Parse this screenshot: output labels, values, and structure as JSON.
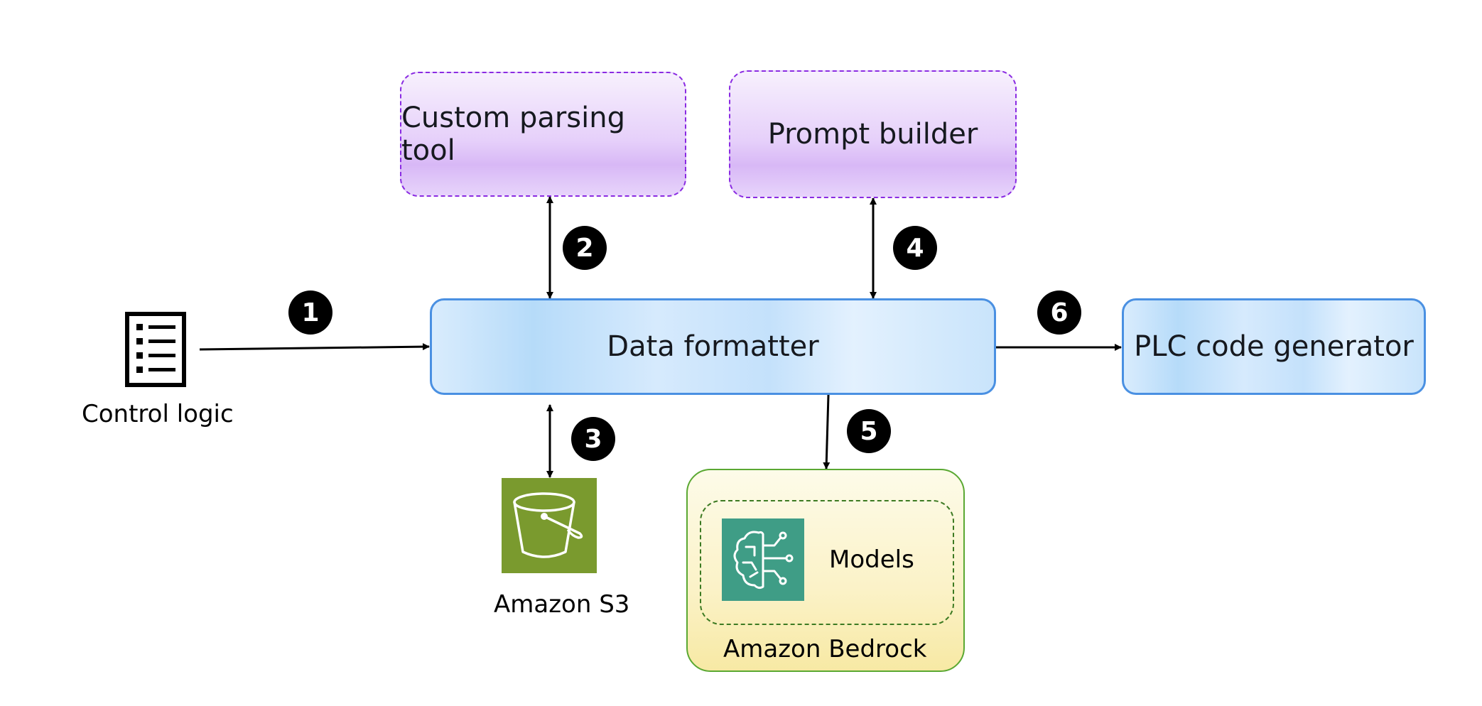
{
  "nodes": {
    "custom_parsing_tool": "Custom parsing tool",
    "prompt_builder": "Prompt builder",
    "data_formatter": "Data formatter",
    "plc_code_generator": "PLC code generator",
    "control_logic": "Control logic",
    "amazon_s3": "Amazon S3",
    "models": "Models",
    "amazon_bedrock": "Amazon Bedrock"
  },
  "steps": [
    "1",
    "2",
    "3",
    "4",
    "5",
    "6"
  ],
  "icons": {
    "control_logic": "checklist-document-icon",
    "amazon_s3": "s3-bucket-icon",
    "models": "ai-brain-circuit-icon"
  },
  "colors": {
    "purple_border": "#8a2be2",
    "blue_border": "#4a90e2",
    "s3_green": "#7a9a2e",
    "models_teal": "#3f9d86",
    "bedrock_border": "#5aa832"
  }
}
